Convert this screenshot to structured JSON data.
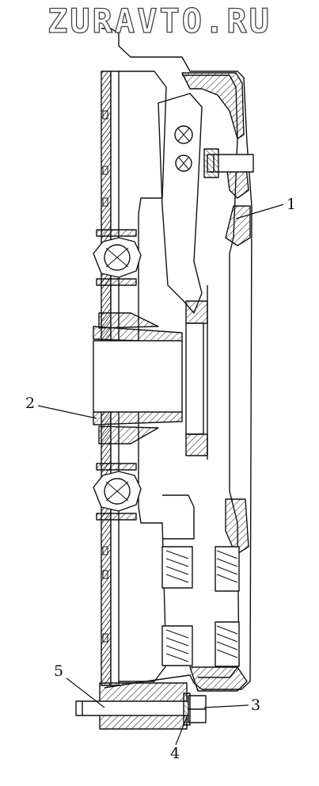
{
  "watermark": "ZURAVTO.RU",
  "callouts": [
    {
      "id": "1",
      "label": "1"
    },
    {
      "id": "2",
      "label": "2"
    },
    {
      "id": "3",
      "label": "3"
    },
    {
      "id": "4",
      "label": "4"
    },
    {
      "id": "5",
      "label": "5"
    }
  ],
  "colors": {
    "ink": "#111111",
    "paper": "#ffffff",
    "watermark_outline": "#444444"
  }
}
